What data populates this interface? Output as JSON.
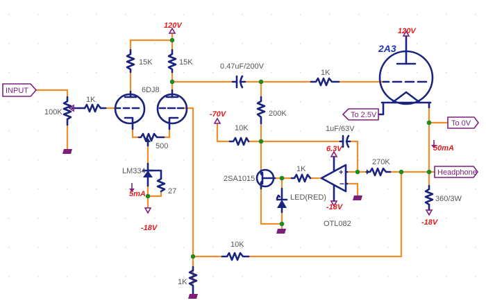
{
  "title": "2A3 headphone amplifier schematic",
  "colors": {
    "wire": "#f28c28",
    "component": "#1a237e",
    "junction": "#1f8a1f",
    "port": "#7b1f7b",
    "voltage_label": "#e01b1b",
    "tube_label": "#2233bb"
  },
  "ports": {
    "input": "INPUT",
    "to_2_5v": "To 2.5V",
    "to_0v": "To 0V",
    "headphone": "Headphone"
  },
  "supplies": {
    "v120_a": "120V",
    "v120_b": "120V",
    "neg70": "-70V",
    "v6_3": "6.3V",
    "neg18_opamp": "-18V",
    "neg18_ccs": "-18V",
    "neg18_out": "-18V",
    "i5ma": "5mA",
    "i50ma": "50mA"
  },
  "components": {
    "pot_input": "100K",
    "r_grid_in": "1K",
    "r_plate1": "15K",
    "r_plate2": "15K",
    "tube1": "6DJ8",
    "pot_bal": "500",
    "ccs": "LM334",
    "r_ccs": "27",
    "c_couple": "0.47uF/200V",
    "r_grid_2a3": "1K",
    "tube2": "2A3",
    "r_200k": "200K",
    "r_10k_bias": "10K",
    "c_1uf": "1uF/63V",
    "transistor": "2SA1015",
    "r_1k_base": "1K",
    "led": "LED(RED)",
    "opamp": "OTL082",
    "r_270k": "270K",
    "r_out": "360/3W",
    "r_fb": "10K",
    "r_fb_gnd": "1K"
  }
}
